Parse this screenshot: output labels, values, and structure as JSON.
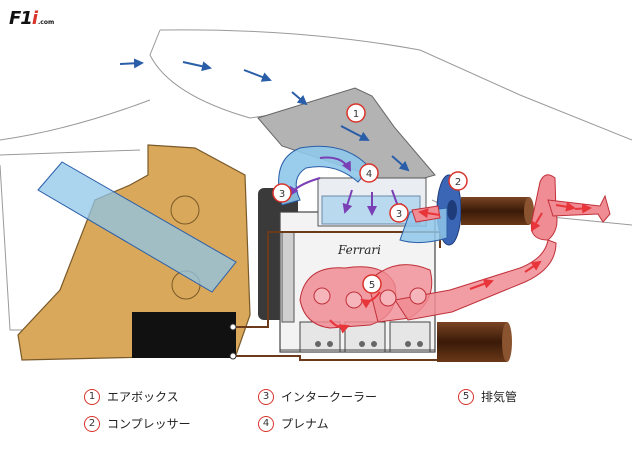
{
  "logo": {
    "main": "F1",
    "suffix": "i",
    "domain": ".com"
  },
  "engine_brand": "Ferrari",
  "callouts": [
    "1",
    "4",
    "3",
    "2",
    "3",
    "5"
  ],
  "legend": [
    {
      "num": "1",
      "label": "エアボックス"
    },
    {
      "num": "2",
      "label": "コンプレッサー"
    },
    {
      "num": "3",
      "label": "インタークーラー"
    },
    {
      "num": "4",
      "label": "プレナム"
    },
    {
      "num": "5",
      "label": "排気管"
    }
  ],
  "colors": {
    "air": "#2a5ea8",
    "exhaust": "#e8353a",
    "exhaust_fill": "#f08c93",
    "intake_fill": "#8fc6ea",
    "chassis": "#d9a85a",
    "compressor": "#3a66b5",
    "turbine_shaft": "#5a2e14",
    "marker": "#d9342b"
  }
}
